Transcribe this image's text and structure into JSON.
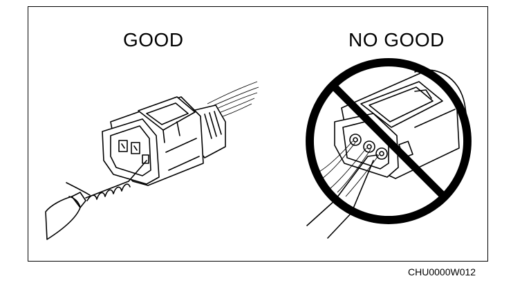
{
  "labels": {
    "good": "GOOD",
    "no_good": "NO GOOD",
    "figure_code": "CHU0000W012"
  },
  "colors": {
    "ink": "#000000",
    "background": "#ffffff"
  },
  "icons": {
    "prohibited": "prohibition-sign-icon"
  }
}
